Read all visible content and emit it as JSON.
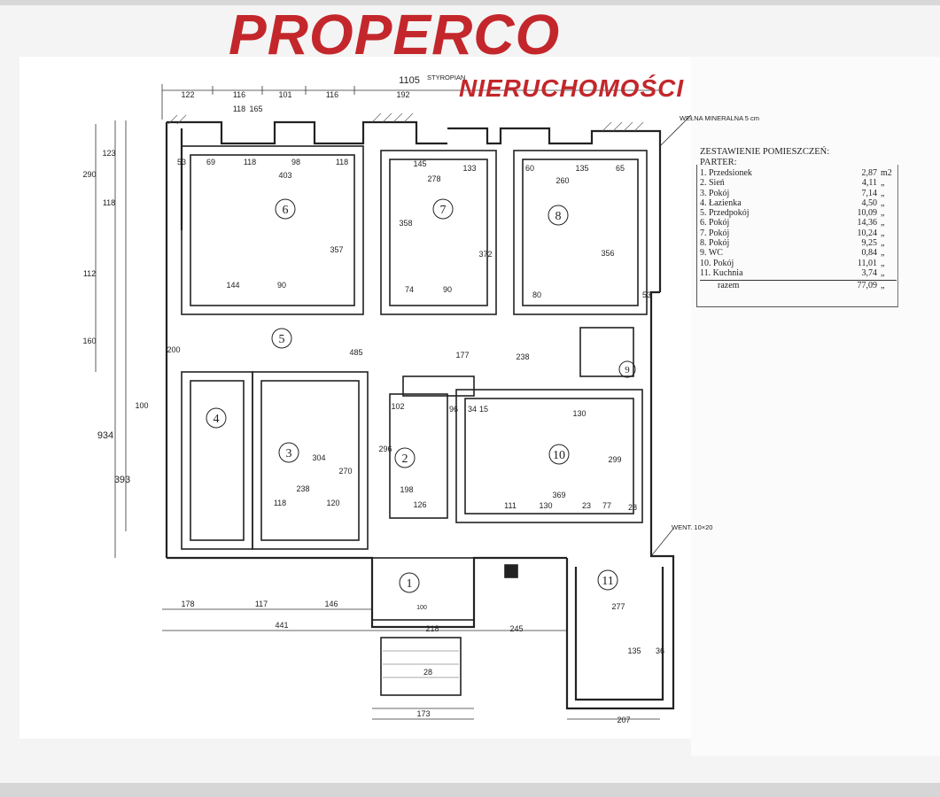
{
  "brand": {
    "name": "PROPERCO",
    "subtitle": "NIERUCHOMOŚCI",
    "color": "#c3272b"
  },
  "notes": {
    "wool": "WEŁNA MINERALNA 5 cm",
    "styro": "STYROPIAN",
    "vent": "WENT. 10×20"
  },
  "legend": {
    "title": "ZESTAWIENIE POMIESZCZEŃ:",
    "floor": "PARTER:",
    "unit": "m2",
    "ditto": "„",
    "rooms": [
      {
        "label": "1. Przedsionek",
        "area": "2,87"
      },
      {
        "label": "2. Sień",
        "area": "4,11"
      },
      {
        "label": "3. Pokój",
        "area": "7,14"
      },
      {
        "label": "4. Łazienka",
        "area": "4,50"
      },
      {
        "label": "5. Przedpokój",
        "area": "10,09"
      },
      {
        "label": "6. Pokój",
        "area": "14,36"
      },
      {
        "label": "7. Pokój",
        "area": "10,24"
      },
      {
        "label": "8. Pokój",
        "area": "9,25"
      },
      {
        "label": "9. WC",
        "area": "0,84"
      },
      {
        "label": "10. Pokój",
        "area": "11,01"
      },
      {
        "label": "11. Kuchnia",
        "area": "3,74"
      }
    ],
    "total_label": "razem",
    "total": "77,09"
  },
  "room_numbers": [
    "1",
    "2",
    "3",
    "4",
    "5",
    "6",
    "7",
    "8",
    "9",
    "10",
    "11"
  ],
  "dims": {
    "top_total": "1105",
    "top_row": [
      "122",
      "116",
      "101",
      "116",
      "192"
    ],
    "top_inner": [
      "53",
      "69",
      "118",
      "98",
      "118",
      "145",
      "133",
      "60",
      "135",
      "65"
    ],
    "room_widths": [
      "403",
      "278",
      "260"
    ],
    "win": [
      "118",
      "165"
    ],
    "left": [
      "123",
      "290",
      "118",
      "112",
      "160",
      "100",
      "393",
      "934"
    ],
    "mid": [
      "357",
      "358",
      "372",
      "356",
      "144",
      "90",
      "74",
      "90",
      "80",
      "53",
      "485",
      "177",
      "238",
      "200"
    ],
    "lower": [
      "102",
      "96",
      "34",
      "15",
      "130",
      "304",
      "270",
      "296",
      "299",
      "238",
      "198",
      "369",
      "118",
      "120",
      "126",
      "111",
      "130",
      "23",
      "77",
      "28"
    ],
    "bottom": [
      "178",
      "117",
      "146",
      "441",
      "218",
      "245",
      "173",
      "207",
      "135",
      "36",
      "277",
      "100",
      "28"
    ]
  }
}
